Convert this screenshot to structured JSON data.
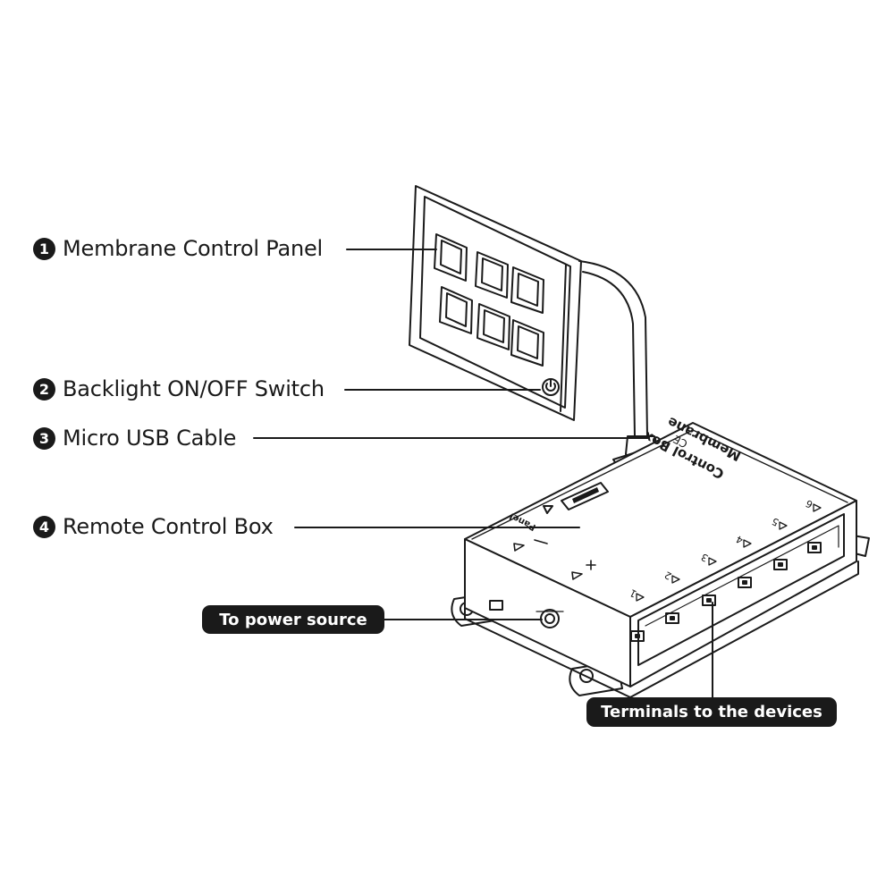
{
  "callouts": [
    {
      "number": "1",
      "label": "Membrane Control Panel"
    },
    {
      "number": "2",
      "label": "Backlight ON/OFF Switch"
    },
    {
      "number": "3",
      "label": "Micro USB Cable"
    },
    {
      "number": "4",
      "label": "Remote Control Box"
    }
  ],
  "tags": {
    "power": "To power source",
    "terminals": "Terminals to the devices"
  },
  "box": {
    "title_line1": "Membrane",
    "title_line2": "Control Box",
    "panel_port": "Panel",
    "terminal_numbers": [
      "1",
      "2",
      "3",
      "4",
      "5",
      "6"
    ]
  },
  "colors": {
    "ink": "#1a1a1a",
    "paper": "#ffffff"
  }
}
